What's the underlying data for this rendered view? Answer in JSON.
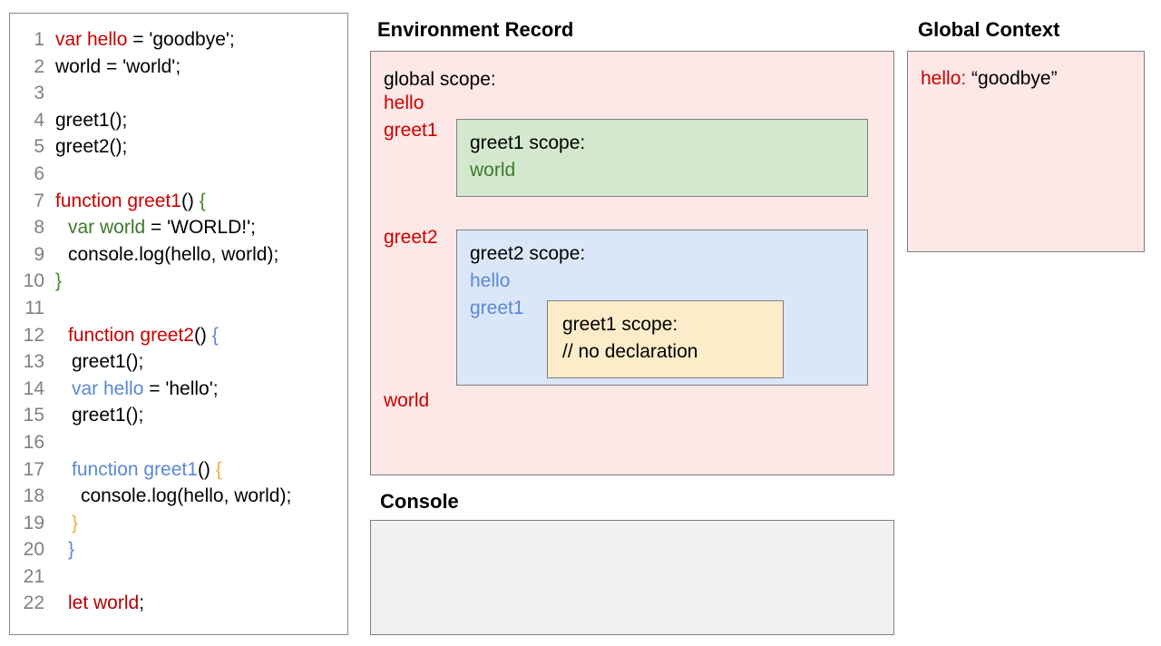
{
  "code_panel": {
    "lines": [
      {
        "num": "1",
        "indent": 0,
        "tokens": [
          {
            "t": "var hello",
            "c": "red"
          },
          {
            "t": " = 'goodbye';",
            "c": "black"
          }
        ]
      },
      {
        "num": "2",
        "indent": 0,
        "tokens": [
          {
            "t": "world = 'world';",
            "c": "black"
          }
        ]
      },
      {
        "num": "3",
        "indent": 0,
        "tokens": [
          {
            "t": "",
            "c": "black"
          }
        ]
      },
      {
        "num": "4",
        "indent": 0,
        "tokens": [
          {
            "t": "greet1();",
            "c": "black"
          }
        ]
      },
      {
        "num": "5",
        "indent": 0,
        "tokens": [
          {
            "t": "greet2();",
            "c": "black"
          }
        ]
      },
      {
        "num": "6",
        "indent": 0,
        "tokens": [
          {
            "t": "",
            "c": "black"
          }
        ]
      },
      {
        "num": "7",
        "indent": 0,
        "tokens": [
          {
            "t": "function greet1",
            "c": "red"
          },
          {
            "t": "() ",
            "c": "black"
          },
          {
            "t": "{",
            "c": "gbrace"
          }
        ]
      },
      {
        "num": "8",
        "indent": 1,
        "tokens": [
          {
            "t": "var world",
            "c": "green"
          },
          {
            "t": " = 'WORLD!';",
            "c": "black"
          }
        ]
      },
      {
        "num": "9",
        "indent": 1,
        "tokens": [
          {
            "t": "console.log(hello, world);",
            "c": "black"
          }
        ]
      },
      {
        "num": "10",
        "indent": 0,
        "tokens": [
          {
            "t": "}",
            "c": "gbrace"
          }
        ]
      },
      {
        "num": "11",
        "indent": 0,
        "tokens": [
          {
            "t": "",
            "c": "black"
          }
        ]
      },
      {
        "num": "12",
        "indent": 1,
        "tokens": [
          {
            "t": "function greet2",
            "c": "red"
          },
          {
            "t": "() ",
            "c": "black"
          },
          {
            "t": "{",
            "c": "bbrace"
          }
        ]
      },
      {
        "num": "13",
        "indent": 2,
        "tokens": [
          {
            "t": "greet1();",
            "c": "black"
          }
        ]
      },
      {
        "num": "14",
        "indent": 2,
        "tokens": [
          {
            "t": "var hello",
            "c": "blue"
          },
          {
            "t": " = 'hello';",
            "c": "black"
          }
        ]
      },
      {
        "num": "15",
        "indent": 2,
        "tokens": [
          {
            "t": "greet1();",
            "c": "black"
          }
        ]
      },
      {
        "num": "16",
        "indent": 0,
        "tokens": [
          {
            "t": "",
            "c": "black"
          }
        ]
      },
      {
        "num": "17",
        "indent": 2,
        "tokens": [
          {
            "t": "function greet1",
            "c": "blue"
          },
          {
            "t": "() ",
            "c": "black"
          },
          {
            "t": "{",
            "c": "orange"
          }
        ]
      },
      {
        "num": "18",
        "indent": 3,
        "tokens": [
          {
            "t": "console.log(hello, world);",
            "c": "black"
          }
        ]
      },
      {
        "num": "19",
        "indent": 2,
        "tokens": [
          {
            "t": "}",
            "c": "orange"
          }
        ]
      },
      {
        "num": "20",
        "indent": 1,
        "tokens": [
          {
            "t": "}",
            "c": "bbrace"
          }
        ]
      },
      {
        "num": "21",
        "indent": 0,
        "tokens": [
          {
            "t": "",
            "c": "black"
          }
        ]
      },
      {
        "num": "22",
        "indent": 1,
        "tokens": [
          {
            "t": "let world",
            "c": "darkred"
          },
          {
            "t": ";",
            "c": "black"
          }
        ]
      }
    ]
  },
  "environment_record": {
    "title": "Environment Record",
    "heading": "global scope:",
    "global_bindings": {
      "hello": "hello",
      "greet1": "greet1",
      "greet2": "greet2",
      "world": "world"
    },
    "greet1_scope": {
      "heading": "greet1 scope:",
      "binding": "world"
    },
    "greet2_scope": {
      "heading": "greet2 scope:",
      "binding_hello": "hello",
      "binding_greet1": "greet1",
      "inner_greet1_scope": {
        "heading": "greet1 scope:",
        "comment": "// no declaration"
      }
    }
  },
  "global_context": {
    "title": "Global Context",
    "entries": [
      {
        "key": "hello:",
        "value": "“goodbye”"
      }
    ]
  },
  "console": {
    "title": "Console",
    "output": ""
  },
  "colors": {
    "red": "#cc0000",
    "dark_red": "#b30000",
    "green": "#3c7a29",
    "blue": "#5b87d6",
    "orange": "#e8b24a",
    "pink_fill": "#fce8e6",
    "green_fill": "#d3e8cd",
    "blue_fill": "#dbe7f8",
    "yellow_fill": "#fcecc9",
    "console_fill": "#f1f1f1",
    "border": "#7f7f7f",
    "line_number": "#808080"
  }
}
